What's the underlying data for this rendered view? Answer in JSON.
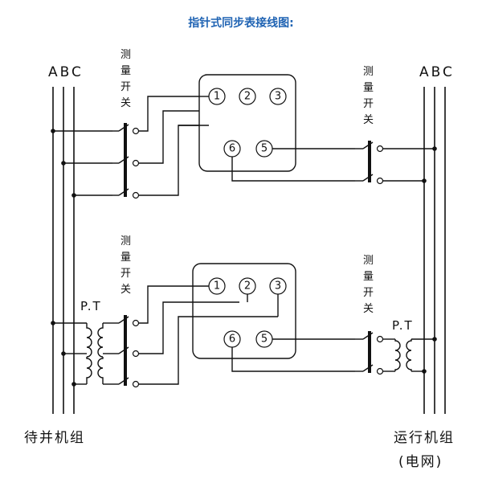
{
  "title": "指针式同步表接线图:",
  "left_bus_label": "ABC",
  "right_bus_label": "ABC",
  "switch_label": [
    "测",
    "量",
    "开",
    "关"
  ],
  "pt_label": "P.T",
  "terminals": {
    "t1": "1",
    "t2": "2",
    "t3": "3",
    "t5": "5",
    "t6": "6"
  },
  "left_caption": "待并机组",
  "right_caption_line1": "运行机组",
  "right_caption_line2": "(电网)"
}
